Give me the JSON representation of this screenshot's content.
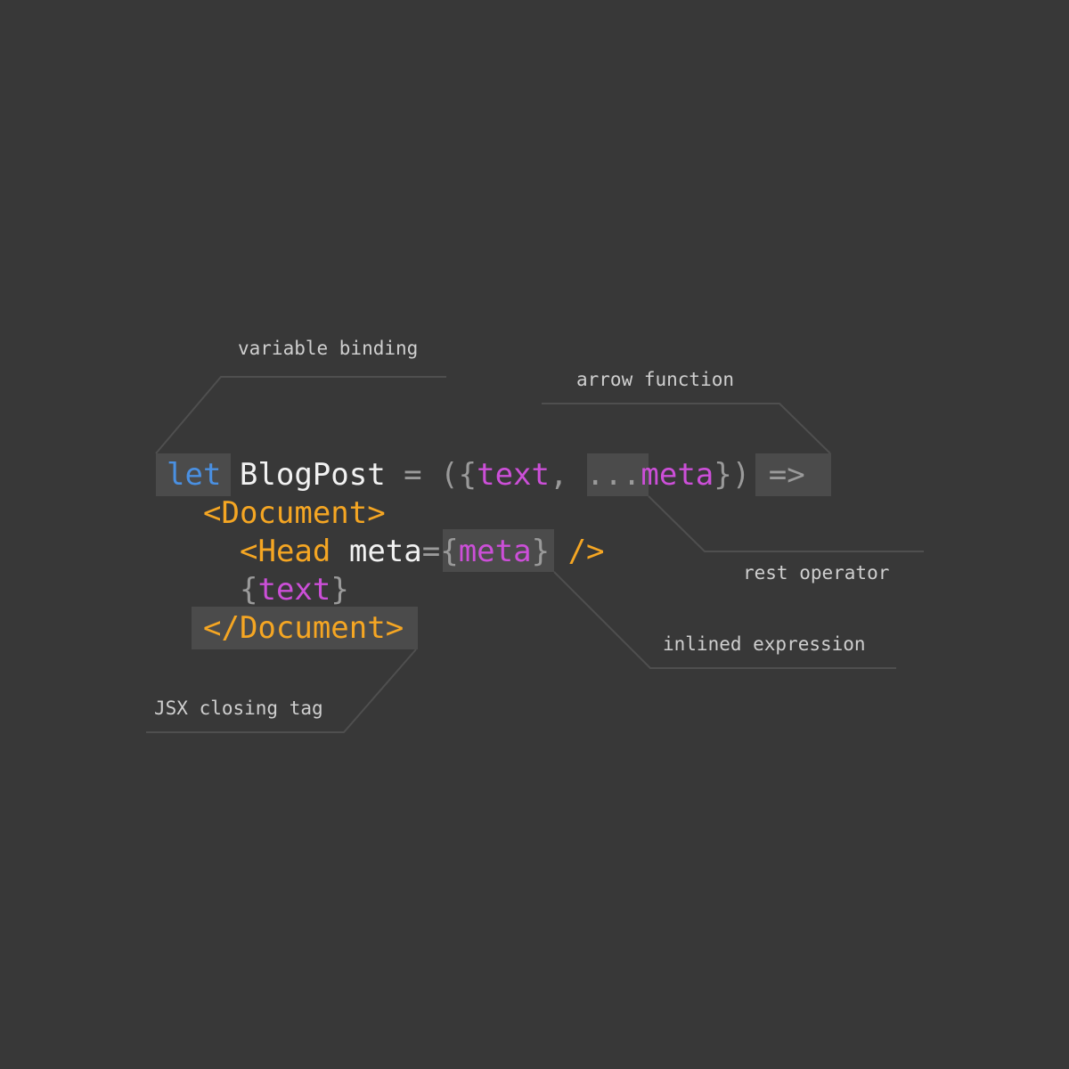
{
  "code": {
    "line1": {
      "keyword": "let",
      "name": "BlogPost",
      "equals": "=",
      "open_paren": "(",
      "open_brace": "{",
      "param_text": "text",
      "comma": ",",
      "spread": "...",
      "param_meta": "meta",
      "close_brace": "}",
      "close_paren": ")",
      "arrow": "=>"
    },
    "line2": {
      "tag": "<Document>"
    },
    "line3": {
      "tag_open": "<Head",
      "attr": "meta",
      "equals": "=",
      "open_brace": "{",
      "value": "meta",
      "close_brace": "}",
      "self_close": "/>"
    },
    "line4": {
      "open_brace": "{",
      "value": "text",
      "close_brace": "}"
    },
    "line5": {
      "tag": "</Document>"
    }
  },
  "annotations": {
    "variable_binding": "variable binding",
    "arrow_function": "arrow function",
    "rest_operator": "rest operator",
    "inlined_expression": "inlined expression",
    "jsx_closing_tag": "JSX closing tag"
  },
  "colors": {
    "background": "#383838",
    "highlight": "#4b4b4b",
    "keyword": "#4a90e2",
    "identifier": "#f2f2f2",
    "punctuation": "#9a9a9a",
    "property": "#cc4fd8",
    "jsx_tag": "#f5a623",
    "label_text": "#cfcfcf",
    "leader_line": "#4f4f4f"
  }
}
